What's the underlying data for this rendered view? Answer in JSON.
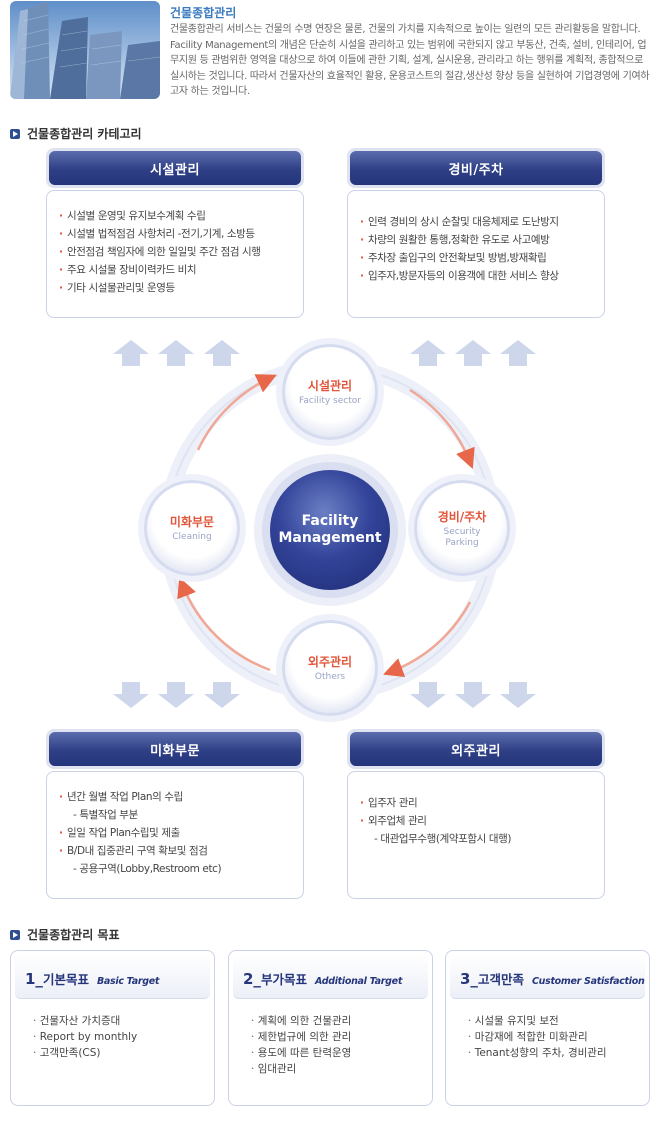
{
  "intro": {
    "title": "건물종합관리",
    "text": "건물종합관리 서비스는 건물의 수명 연장은 물론, 건물의 가치를 지속적으로 높이는 일련의 모든 관리활동을 말합니다. Facility Management의 개념은 단순히 시설을 관리하고 있는 범위에 국한되지 않고 부동산, 건축, 설비, 인테리어, 업무지원 등 관범위한 영역을 대상으로 하여 이들에 관한 기획, 설계, 실시운용, 관리라고 하는 행위를 계획적, 종합적으로 실시하는 것입니다. 따라서 건물자산의 효율적인 활용, 운용코스트의 절감,생산성 향상 등을 실현하여 기업경영에 기여하고자 하는 것입니다."
  },
  "category_section": {
    "title": "건물종합관리  카테고리"
  },
  "categories": {
    "facility": {
      "title": "시설관리",
      "items": [
        "시설별 운영및 유지보수계획 수립",
        "시설별 법적점검 사항처리 -전기,기계, 소방등",
        "안전점검 책임자에 의한 일일및 주간 점검 시행",
        "주요 시설물 장비이력카드 비치",
        "기타 시설물관리및 운영등"
      ]
    },
    "security": {
      "title": "경비/주차",
      "items": [
        "인력 경비의 상시 순찰및 대응체제로 도난방지",
        "차량의 원활한 통행,정확한 유도로 사고예방",
        "주차장 출입구의 안전확보및 방범,방재확립",
        "입주자,방문자등의 이용객에 대한 서비스 향상"
      ]
    },
    "cleaning": {
      "title": "미화부문",
      "items": [
        "년간 월별 작업 Plan의 수립",
        "- 특별작업 부분",
        "일일 작업 Plan수립및 제출",
        "B/D내 집중관리 구역 확보및 점검",
        "- 공용구역(Lobby,Restroom etc)"
      ]
    },
    "others": {
      "title": "외주관리",
      "items": [
        "입주자 관리",
        "외주업체 관리",
        "- 대관업무수행(계약포함시 대행)"
      ]
    }
  },
  "diagram": {
    "center": [
      "Facility",
      "Management"
    ],
    "top": {
      "label": "시설관리",
      "sub": "Facility  sector"
    },
    "right": {
      "label": "경비/주차",
      "sub1": "Security",
      "sub2": "Parking"
    },
    "bottom": {
      "label": "외주관리",
      "sub": "Others"
    },
    "left": {
      "label": "미화부문",
      "sub": "Cleaning"
    }
  },
  "goal_section": {
    "title": "건물종합관리  목표"
  },
  "goals": [
    {
      "num": "1_",
      "name": "기본목표",
      "en": "Basic Target",
      "items": [
        "건물자산 가치증대",
        "Report by monthly",
        "고객만족(CS)"
      ]
    },
    {
      "num": "2_",
      "name": "부가목표",
      "en": "Additional Target",
      "items": [
        "계획에 의한 건물관리",
        "제한법규에 의한 관리",
        "용도에 따른 탄력운영",
        "임대관리"
      ]
    },
    {
      "num": "3_",
      "name": "고객만족",
      "en": "Customer Satisfaction",
      "items": [
        "시설물 유지및 보전",
        "마감재에 적합한 미화관리",
        "Tenant성향의 주차, 경비관리"
      ]
    }
  ],
  "colors": {
    "navy": "#2f3f86",
    "accent": "#e2553a",
    "title_blue": "#3a7bbf"
  }
}
